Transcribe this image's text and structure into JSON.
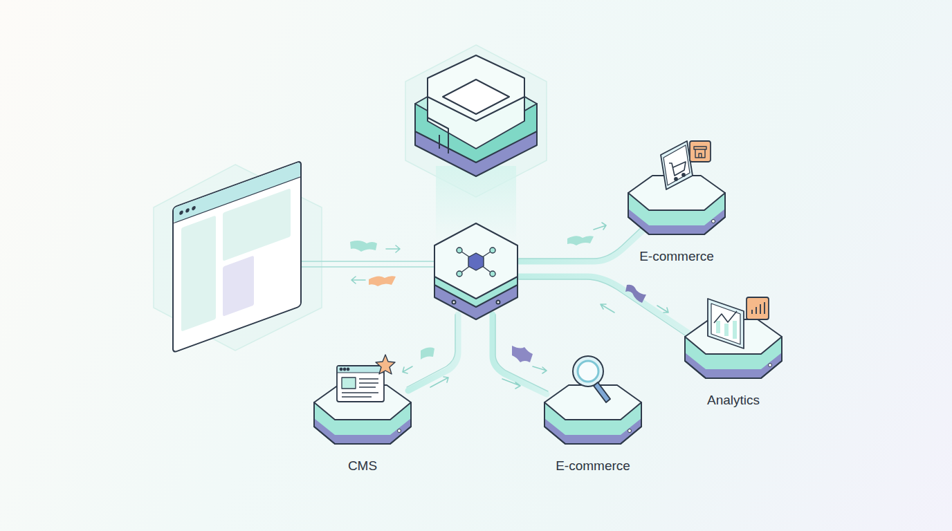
{
  "diagram": {
    "nodes": [
      {
        "text": [
          "E-commerce"
        ]
      },
      {
        "text": [
          "Analytics"
        ]
      },
      {
        "text": [
          "CMS"
        ]
      },
      {
        "text": [
          "E-commerce"
        ]
      }
    ]
  }
}
